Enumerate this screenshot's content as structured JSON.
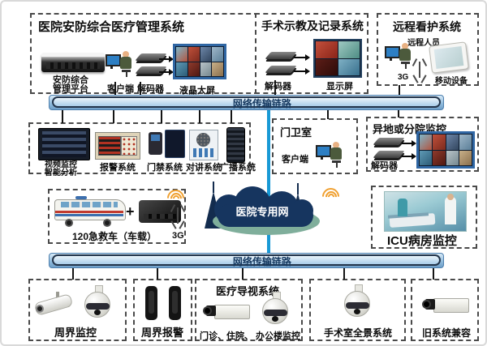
{
  "top_left_box": {
    "title": "医院安防综合医疗管理系统",
    "server_label_1": "安防综合",
    "server_label_2": "管理平台",
    "client_label": "客户端",
    "decoder_label": "解码器",
    "screen_label": "液晶大屏"
  },
  "top_mid_box": {
    "title": "手术示教及记录系统",
    "decoder_label": "解码器",
    "display_label": "显示屏"
  },
  "top_right_box": {
    "title": "远程看护系统",
    "person_label": "远程人员",
    "g3_label": "3G",
    "device_label": "移动设备"
  },
  "bus_top": {
    "label": "网络传输链路"
  },
  "bus_bottom": {
    "label": "网络传输链路"
  },
  "security_box": {
    "video_label_1": "视频监控",
    "video_label_2": "智能分析",
    "alarm_label": "报警系统",
    "access_label": "门禁系统",
    "intercom_label": "对讲系统",
    "broadcast_label": "广播系统"
  },
  "guard_box": {
    "title": "门卫室",
    "client_label": "客户端"
  },
  "branch_box": {
    "title": "异地或分院监控",
    "decoder_label": "解码器"
  },
  "ambulance_box": {
    "label": "120急救车（车载）",
    "plus": "+"
  },
  "g3_mid": {
    "label": "3G"
  },
  "cloud": {
    "label": "医院专用网"
  },
  "icu_box": {
    "label": "ICU病房监控"
  },
  "bottom_row": {
    "perimeter_monitor_label": "周界监控",
    "perimeter_alarm_label": "周界报警",
    "guidance_title": "医疗导视系统",
    "guidance_label": "门诊、住院、 办公楼监控",
    "or_panorama_label": "手术室全景系统",
    "legacy_label": "旧系统兼容"
  }
}
